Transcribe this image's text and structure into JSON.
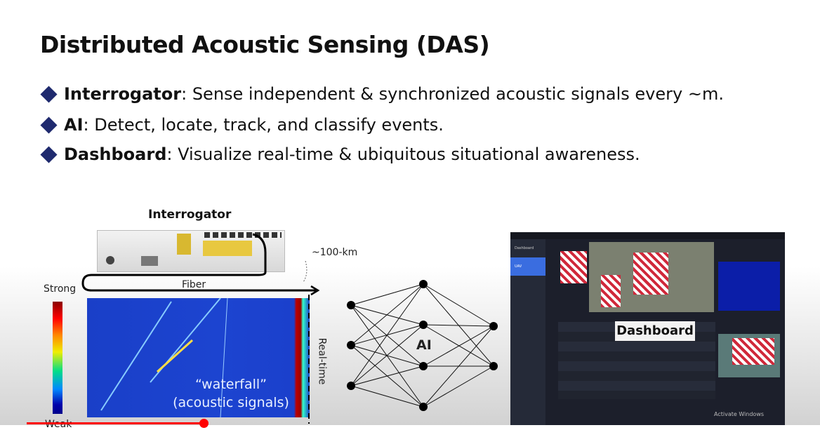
{
  "slide": {
    "title": "Distributed Acoustic Sensing (DAS)",
    "bullets": [
      {
        "term": "Interrogator",
        "text": ": Sense independent & synchronized acoustic signals every ~m."
      },
      {
        "term": "AI",
        "text": ": Detect, locate, track, and classify events."
      },
      {
        "term": "Dashboard",
        "text": ": Visualize real-time & ubiquitous situational awareness."
      }
    ]
  },
  "diagram": {
    "interrogator_label": "Interrogator",
    "fiber_label": "Fiber",
    "distance_label": "~100-km",
    "scale_strong": "Strong",
    "scale_weak": "Weak",
    "waterfall_label": "“waterfall”",
    "waterfall_sub": "(acoustic signals)",
    "realtime_label": "Real-time",
    "ai_label": "AI",
    "dashboard_label": "Dashboard"
  },
  "dashboard": {
    "nav": [
      "Dashboard",
      "UAV"
    ],
    "activate": "Activate Windows"
  },
  "video": {
    "progress_percent": 22,
    "accent": "#ff0000"
  }
}
